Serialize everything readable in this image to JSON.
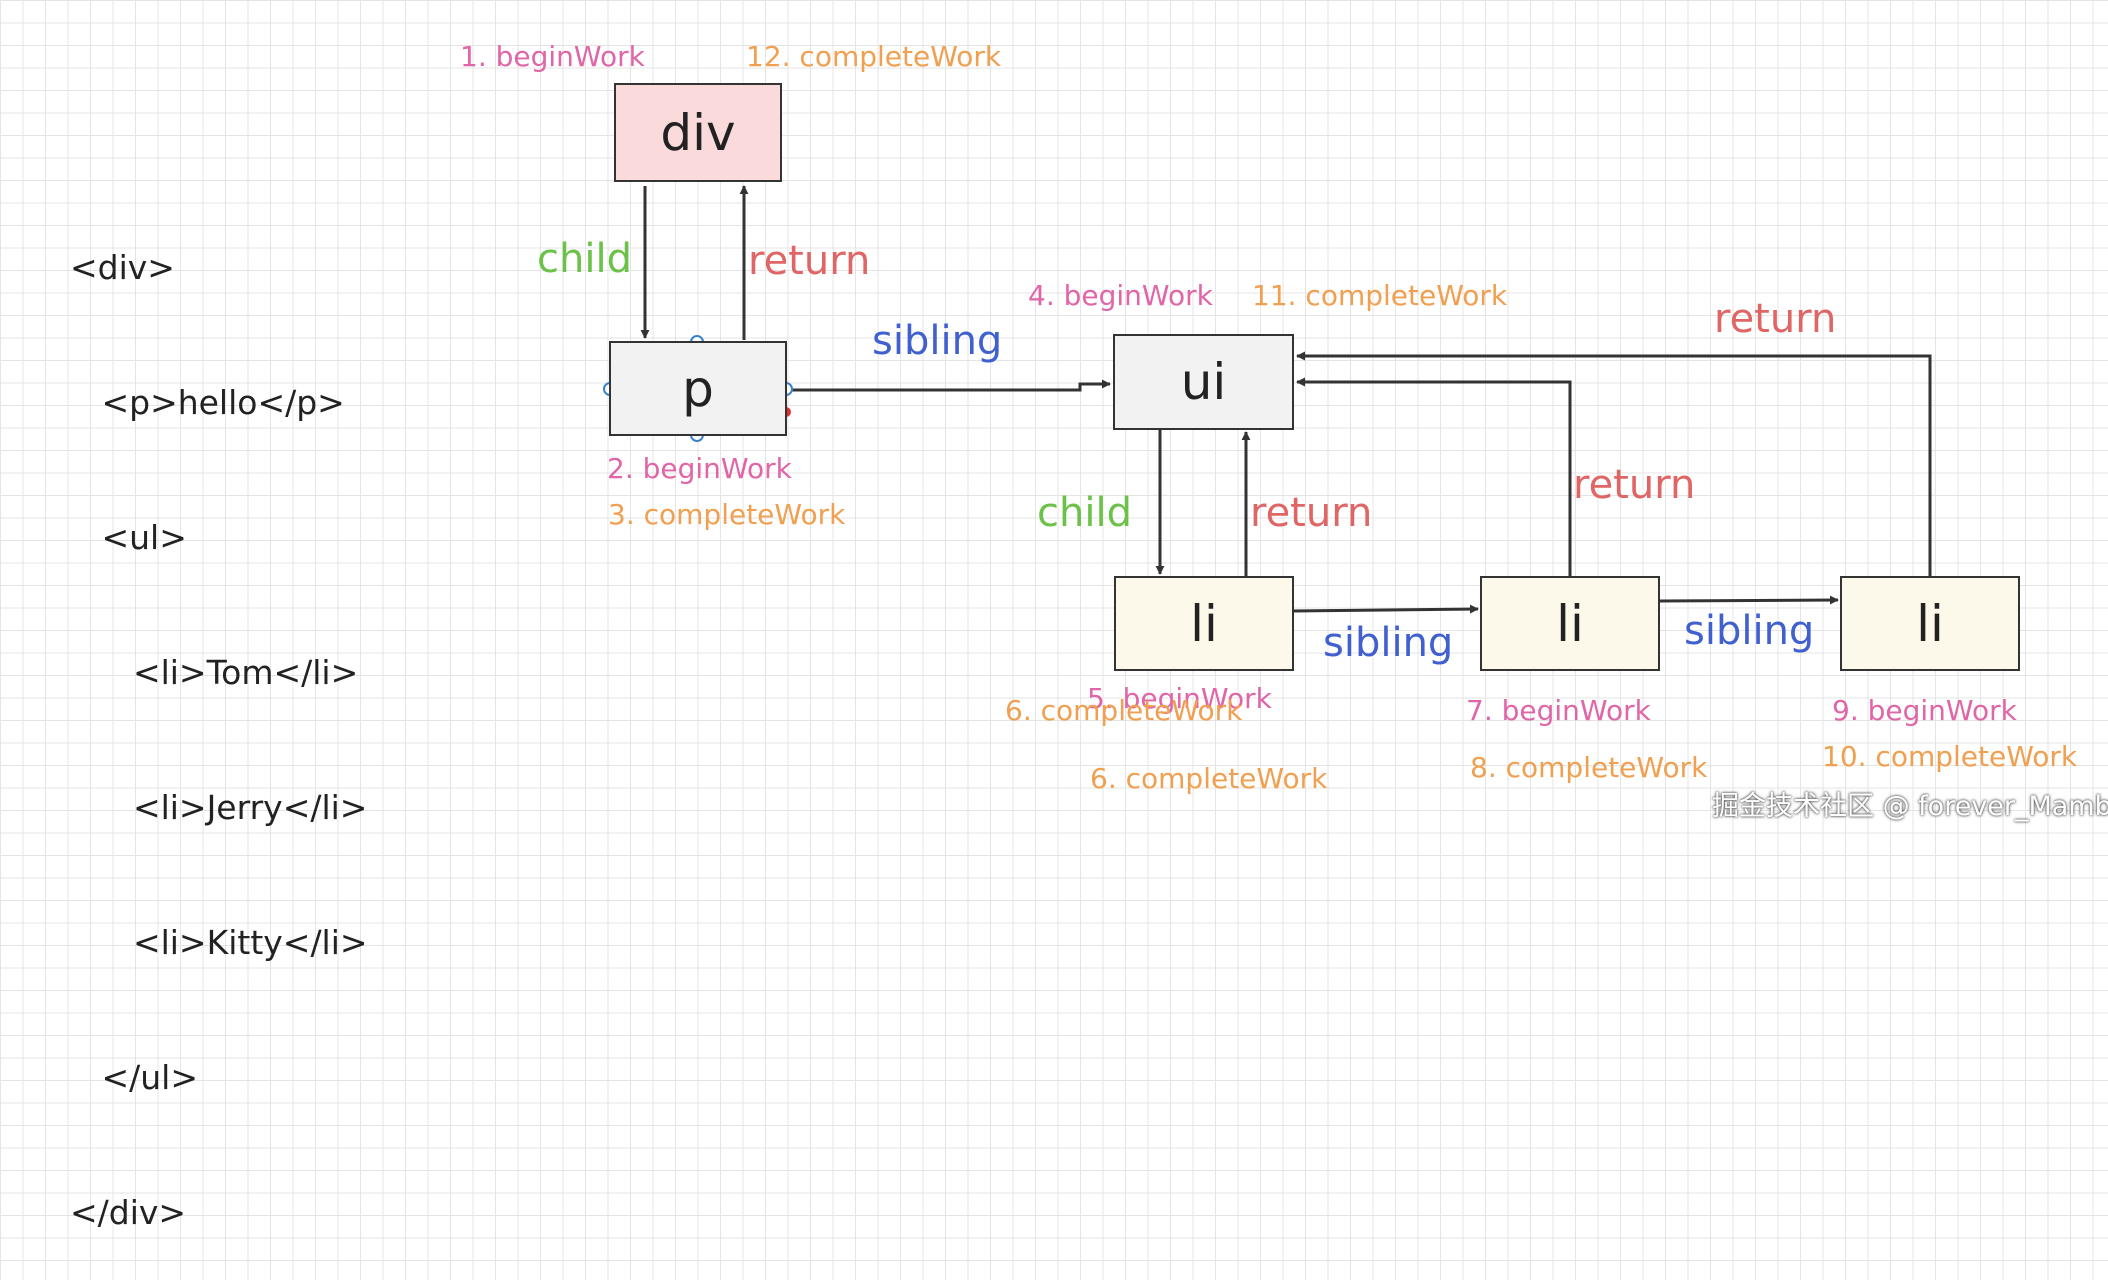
{
  "code_lines": [
    "<div>",
    "   <p>hello</p>",
    "   <ul>",
    "      <li>Tom</li>",
    "      <li>Jerry</li>",
    "      <li>Kitty</li>",
    "   </ul>",
    "</div>"
  ],
  "nodes": {
    "div": "div",
    "p": "p",
    "ui": "ui",
    "li1": "li",
    "li2": "li",
    "li3": "li"
  },
  "steps": {
    "s1": "1. beginWork",
    "s12": "12. completeWork",
    "s2": "2. beginWork",
    "s3": "3. completeWork",
    "s4": "4. beginWork",
    "s11": "11. completeWork",
    "s5": "5. beginWork",
    "s6a": "6. completeWork",
    "s6b": "6. completeWork",
    "s7": "7. beginWork",
    "s8": "8. completeWork",
    "s9": "9. beginWork",
    "s10": "10. completeWork"
  },
  "relations": {
    "child1": "child",
    "return1": "return",
    "sibling1": "sibling",
    "return_top": "return",
    "child2": "child",
    "return2": "return",
    "return3": "return",
    "sibling2": "sibling",
    "sibling3": "sibling"
  },
  "colors": {
    "begin": "#e066a8",
    "complete": "#f0a050",
    "child": "#6cc248",
    "return": "#e06666",
    "sibling": "#4060d0",
    "div_fill": "#fadada",
    "p_ui_fill": "#f2f2f2",
    "li_fill": "#fdf9ea"
  },
  "watermark": "掘金技术社区 @ forever_Mamba"
}
